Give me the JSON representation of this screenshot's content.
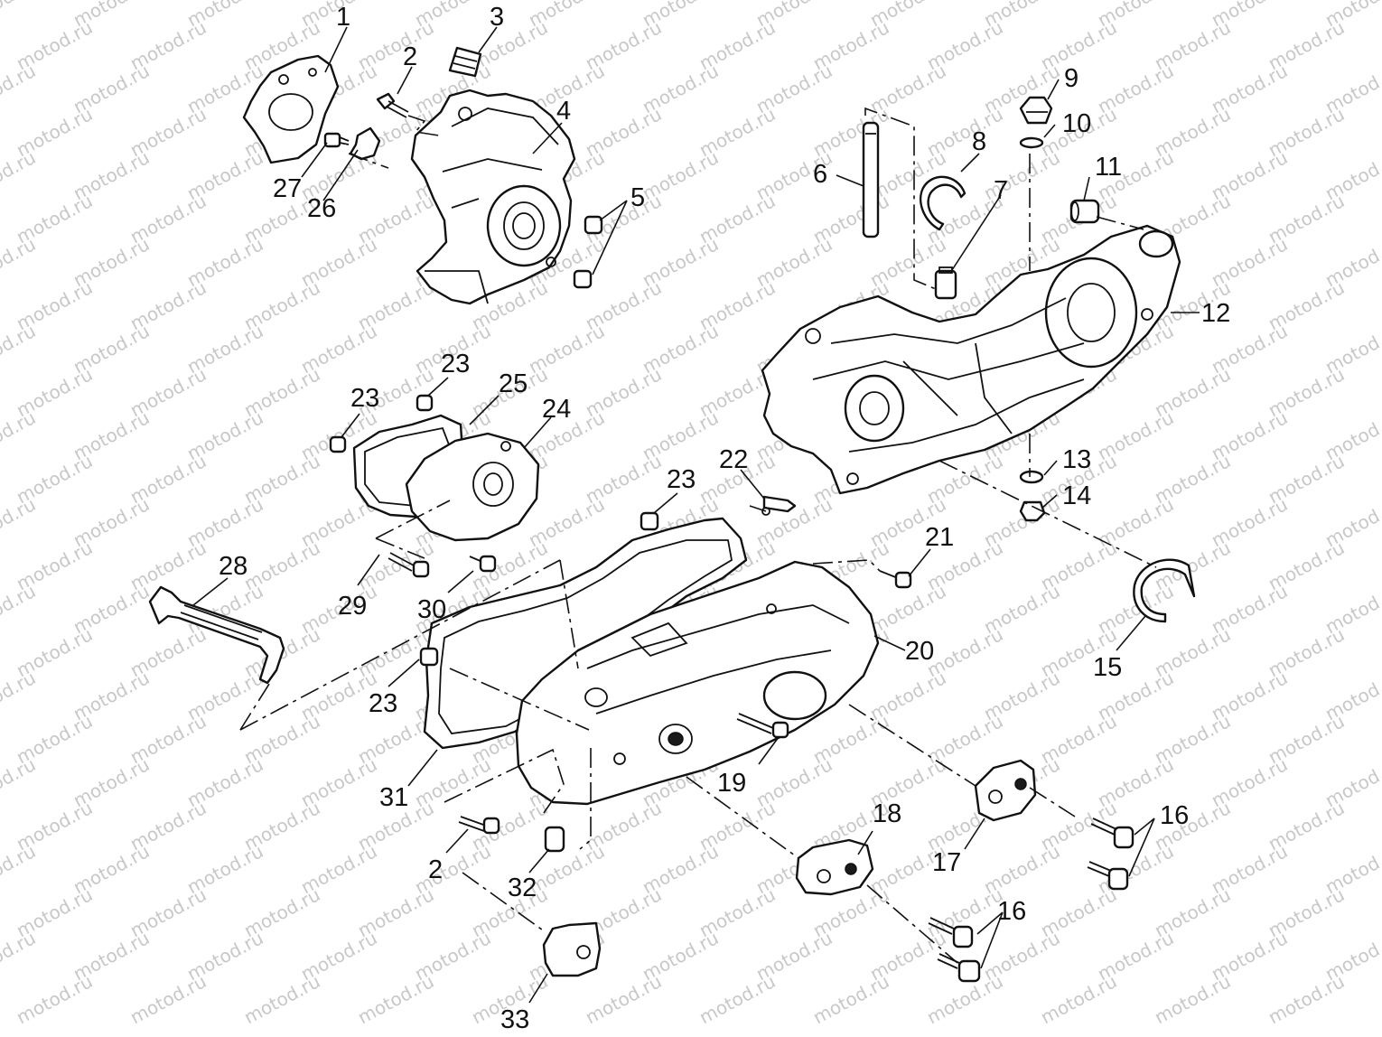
{
  "watermark": "motod.ru",
  "callouts": {
    "c1": "1",
    "c2a": "2",
    "c3": "3",
    "c4": "4",
    "c5": "5",
    "c6": "6",
    "c7": "7",
    "c8": "8",
    "c9": "9",
    "c10": "10",
    "c11": "11",
    "c12": "12",
    "c13": "13",
    "c14": "14",
    "c15": "15",
    "c16a": "16",
    "c16b": "16",
    "c17": "17",
    "c18": "18",
    "c19": "19",
    "c20": "20",
    "c21": "21",
    "c22": "22",
    "c23a": "23",
    "c23b": "23",
    "c23c": "23",
    "c23d": "23",
    "c24": "24",
    "c25": "25",
    "c26": "26",
    "c27": "27",
    "c28": "28",
    "c29": "29",
    "c30": "30",
    "c31": "31",
    "c2b": "2",
    "c32": "32",
    "c33": "33"
  },
  "colors": {
    "line": "#111111",
    "watermark": "#c8c8c8",
    "background": "#ffffff"
  }
}
